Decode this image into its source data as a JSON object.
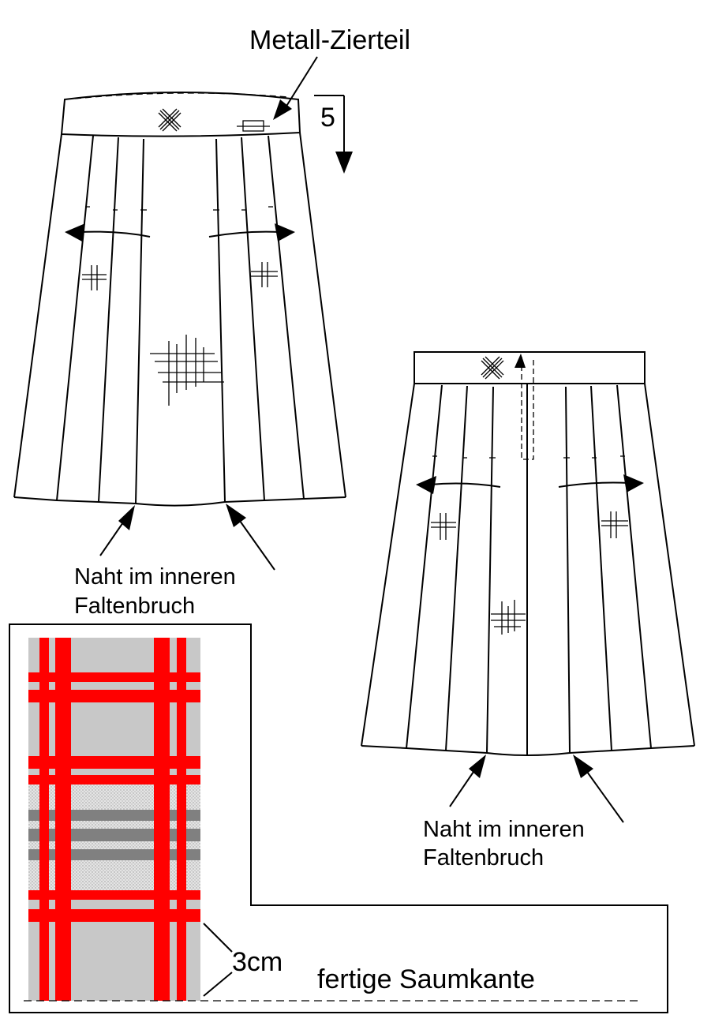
{
  "labels": {
    "ornament": "Metall-Zierteil",
    "depth": "5",
    "seam_front_1": "Naht im inneren",
    "seam_front_2": "Faltenbruch",
    "seam_back_1": "Naht im inneren",
    "seam_back_2": "Faltenbruch",
    "hem_offset": "3cm",
    "hem_edge": "fertige Saumkante"
  },
  "colors": {
    "fabric_gray": "#c8c8c8",
    "stripe_red": "#ff0000",
    "stripe_gray": "#808080",
    "line": "#000000"
  },
  "icons": [
    "arrow-icon",
    "cross-stitch-icon",
    "ornament-icon"
  ]
}
